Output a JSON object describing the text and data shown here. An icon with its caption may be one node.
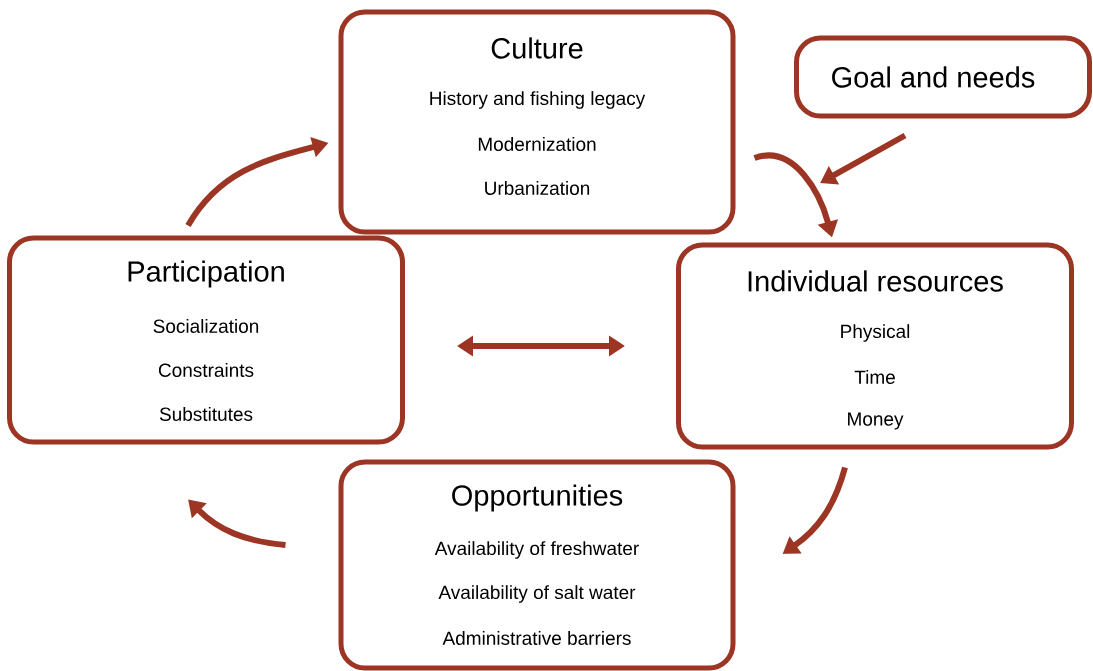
{
  "diagram": {
    "nodes": [
      {
        "text": [
          "Culture",
          "History and fishing legacy",
          "Modernization",
          "Urbanization"
        ]
      },
      {
        "text": [
          "Goal and needs"
        ]
      },
      {
        "text": [
          "Participation",
          "Socialization",
          "Constraints",
          "Substitutes"
        ]
      },
      {
        "text": [
          "Individual resources",
          "Physical",
          "Time",
          "Money"
        ]
      },
      {
        "text": [
          "Opportunities",
          "Availability of freshwater",
          "Availability of salt water",
          "Administrative barriers"
        ]
      }
    ],
    "edges": [
      {
        "from": 0,
        "to": 3,
        "arrow": "to"
      },
      {
        "from": 1,
        "to": null,
        "arrow": "to"
      },
      {
        "from": 3,
        "to": 4,
        "arrow": "to"
      },
      {
        "from": 4,
        "to": 2,
        "arrow": "to"
      },
      {
        "from": 2,
        "to": 0,
        "arrow": "to"
      },
      {
        "from": 2,
        "to": 3,
        "arrow": "both"
      }
    ]
  }
}
